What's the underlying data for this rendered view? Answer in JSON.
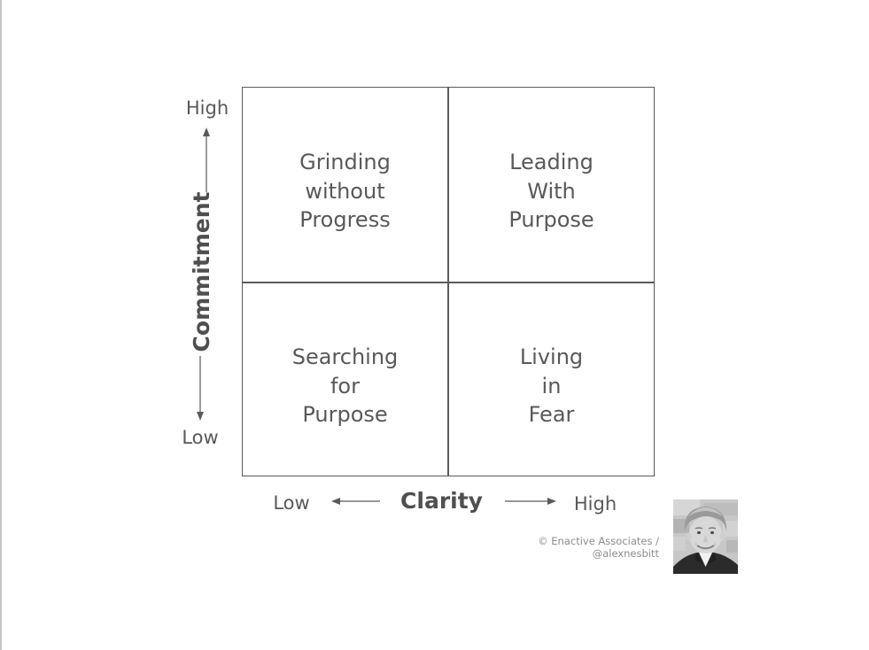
{
  "diagram": {
    "y_axis": {
      "label": "Commitment",
      "top": "High",
      "bottom": "Low"
    },
    "x_axis": {
      "label": "Clarity",
      "left": "Low",
      "right": "High"
    },
    "quadrants": {
      "top_left": "Grinding\nwithout\nProgress",
      "top_right": "Leading\nWith\nPurpose",
      "bottom_left": "Searching\nfor\nPurpose",
      "bottom_right": "Living\nin\nFear"
    }
  },
  "footer": {
    "credit": "© Enactive Associates / @alexnesbitt"
  },
  "photo": {
    "name": "alex-nesbitt-portrait"
  },
  "colors": {
    "line": "#5a5a5a",
    "text": "#595959",
    "axis_title": "#4f4f4f",
    "credit": "#8c8c8c",
    "background": "#ffffff"
  }
}
